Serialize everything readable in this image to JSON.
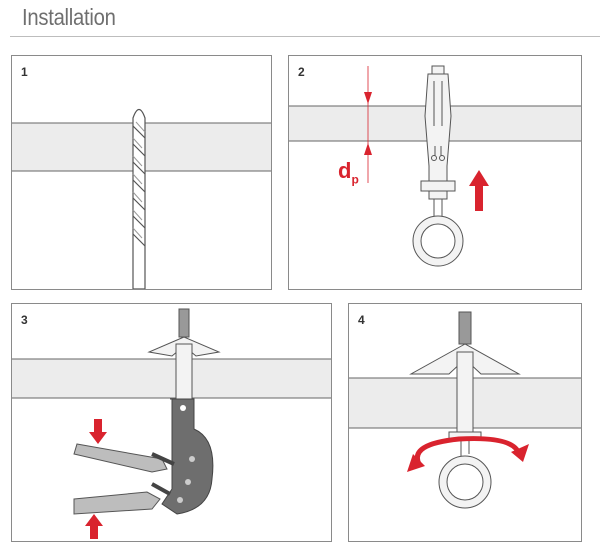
{
  "title": "Installation",
  "steps": [
    {
      "number": "1"
    },
    {
      "number": "2",
      "dimension_label": "d",
      "dimension_subscript": "p"
    },
    {
      "number": "3"
    },
    {
      "number": "4"
    }
  ],
  "colors": {
    "accent": "#d9232e",
    "wall": "#ececec",
    "outline": "#555555",
    "tool": "#6e6e6e"
  }
}
